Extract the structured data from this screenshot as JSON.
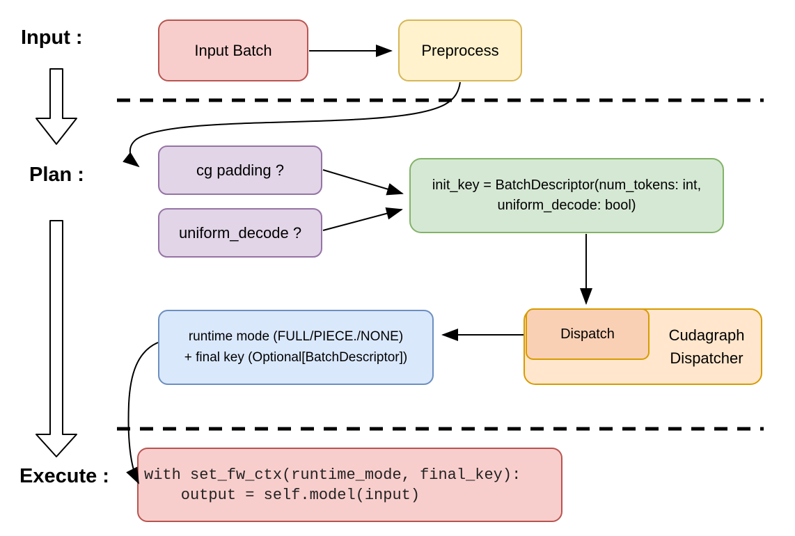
{
  "stages": {
    "input_label": "Input :",
    "plan_label": "Plan :",
    "execute_label": "Execute :"
  },
  "nodes": {
    "input_batch": "Input Batch",
    "preprocess": "Preprocess",
    "cg_padding": "cg padding ?",
    "uniform_decode": "uniform_decode ?",
    "init_key_line1": "init_key = BatchDescriptor(num_tokens: int,",
    "init_key_line2": "uniform_decode: bool)",
    "dispatch": "Dispatch",
    "dispatcher_line1": "Cudagraph",
    "dispatcher_line2": "Dispatcher",
    "runtime_line1": "runtime mode (FULL/PIECE./NONE)",
    "runtime_line2": "+ final key (Optional[BatchDescriptor])",
    "code_line1": "with set_fw_ctx(runtime_mode, final_key):",
    "code_line2": "    output = self.model(input)"
  },
  "colors": {
    "pink_fill": "#f8cecc",
    "pink_border": "#b85450",
    "yellow_fill": "#fff2cc",
    "yellow_border": "#d6b656",
    "purple_fill": "#e1d5e7",
    "purple_border": "#9673a6",
    "green_fill": "#d5e8d4",
    "green_border": "#82b366",
    "blue_fill": "#dae8fc",
    "blue_border": "#6c8ebf",
    "orange_fill": "#ffe6cc",
    "orange_border": "#d79b00",
    "peach_fill": "#fad0b5",
    "line_color": "#000000"
  }
}
